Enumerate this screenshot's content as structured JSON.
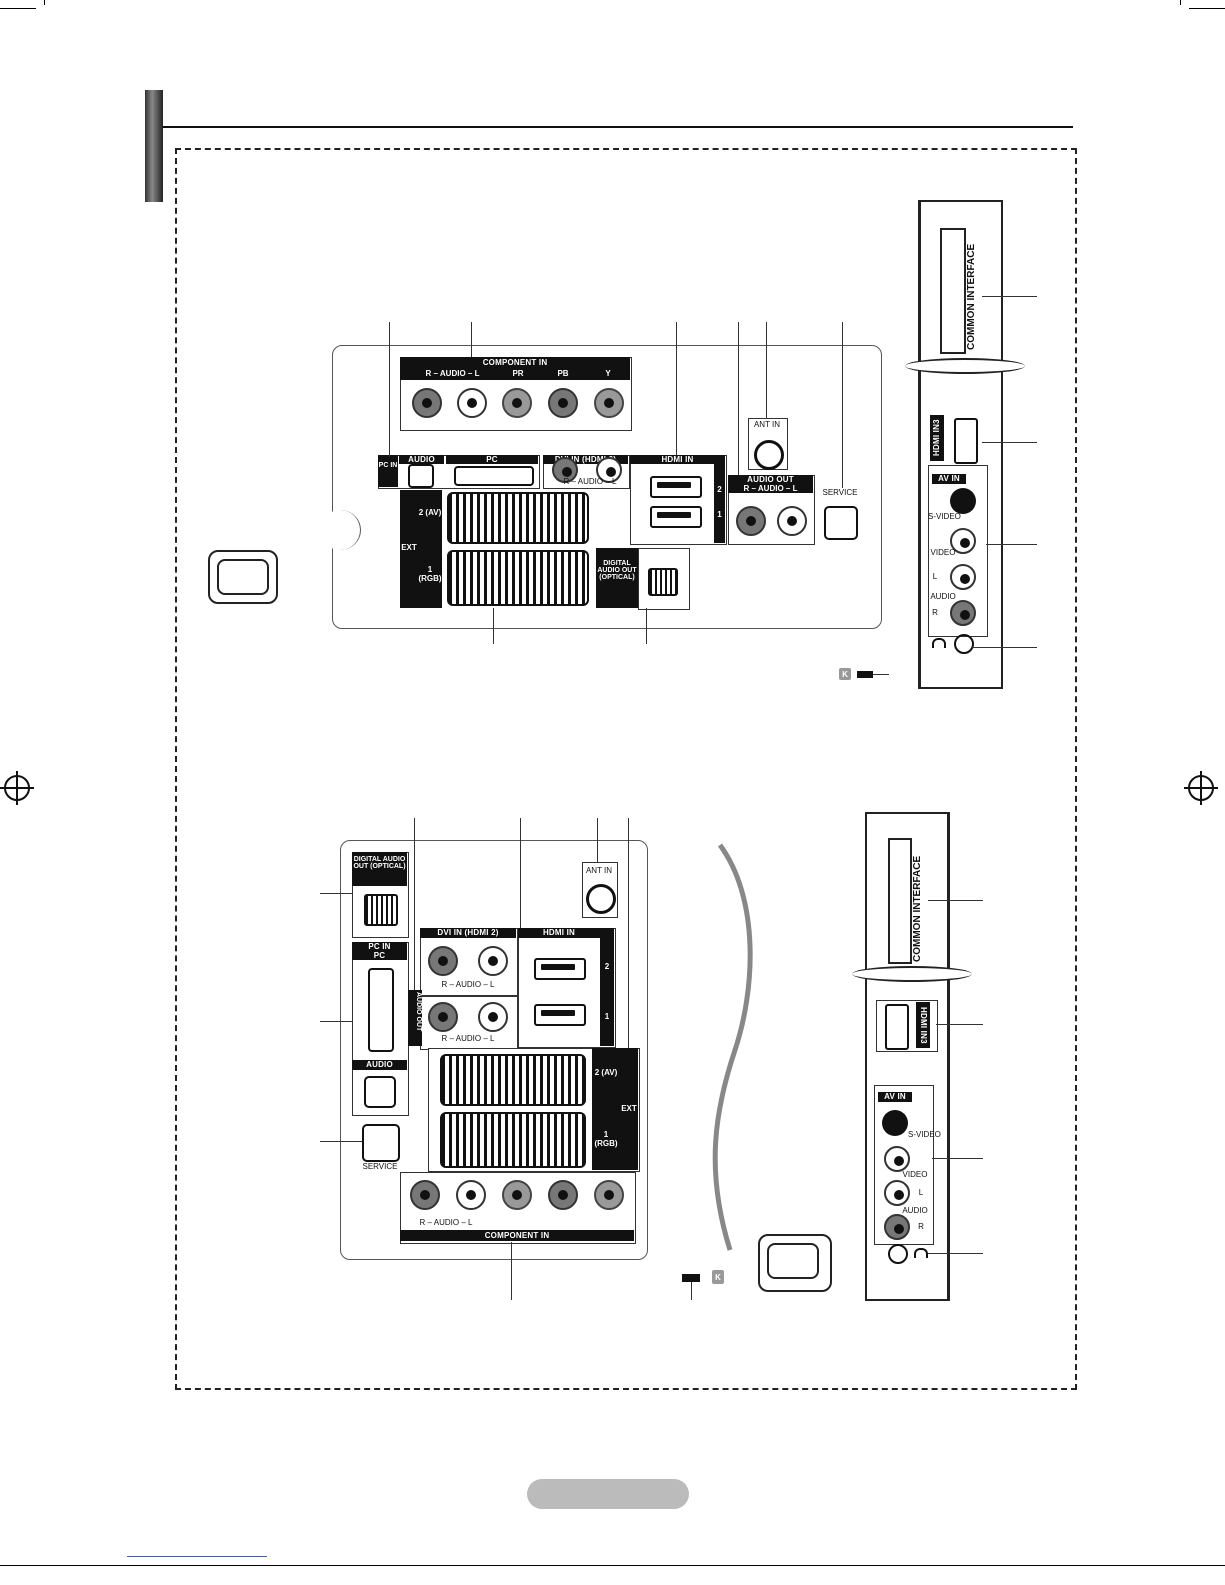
{
  "top_panel": {
    "component_in": "COMPONENT IN",
    "audio_rl": "R – AUDIO – L",
    "comp_pr": "PR",
    "comp_pb": "PB",
    "comp_y": "Y",
    "pc_in": "PC IN",
    "audio": "AUDIO",
    "pc": "PC",
    "dvi_in": "DVI IN (HDMI 2)",
    "hdmi_in": "HDMI IN",
    "hdmi_2": "2",
    "hdmi_1": "1",
    "ant_in": "ANT IN",
    "audio_out": "AUDIO OUT",
    "service": "SERVICE",
    "ext": "EXT",
    "ext_2": "2 (AV)",
    "ext_1": "1 (RGB)",
    "digital_audio_out": "DIGITAL AUDIO OUT (OPTICAL)",
    "lock_k": "K"
  },
  "side_panel": {
    "common_interface": "COMMON INTERFACE",
    "hdmi_in3": "HDMI IN3",
    "av_in": "AV IN",
    "s_video": "S-VIDEO",
    "video": "VIDEO",
    "audio": "AUDIO",
    "l": "L",
    "r": "R"
  },
  "bottom_panel": {
    "digital_audio_out": "DIGITAL AUDIO OUT (OPTICAL)",
    "pc_in": "PC IN",
    "pc": "PC",
    "audio": "AUDIO",
    "service": "SERVICE",
    "ant_in": "ANT IN",
    "dvi_in": "DVI IN (HDMI 2)",
    "hdmi_in": "HDMI IN",
    "hdmi_2": "2",
    "hdmi_1": "1",
    "audio_rl": "R – AUDIO – L",
    "audio_out": "AUDIO OUT",
    "ext": "EXT",
    "ext_2": "2 (AV)",
    "ext_1": "1 (RGB)",
    "component_in": "COMPONENT IN",
    "lock_k": "K"
  },
  "side_panel_2": {
    "common_interface": "COMMON INTERFACE",
    "hdmi_in3": "HDMI IN3",
    "av_in": "AV IN",
    "s_video": "S-VIDEO",
    "video": "VIDEO",
    "audio": "AUDIO",
    "l": "L",
    "r": "R"
  }
}
